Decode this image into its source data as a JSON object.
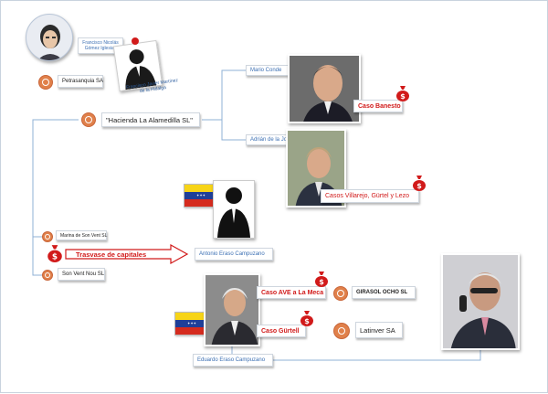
{
  "labels": {
    "gomez_iglesias": "Francisco Nicolás Gómez Iglesias",
    "petrasanquia": "Petrasanquia SA",
    "martinez_hidalga": "Francisco Javier Martínez de la Hidalga",
    "hacienda": "\"Hacienda La Alamedilla SL\"",
    "mario_conde": "Mario Conde",
    "caso_banesto": "Caso Banesto",
    "adrian_joya": "Adrián de la Joya.",
    "casos_villarejo": "Casos Villarejo, Gürtel y Lezo",
    "marina_son_vent": "Marina de Son Vent SL",
    "trasvase": "Trasvase de capitales",
    "antonio_eraso": "Antonio Eraso Campuzano",
    "son_vent_nou": "Son Vent Nou SL",
    "caso_ave": "Caso AVE a La Meca",
    "girasol": "GIRASOL OCHO SL",
    "caso_gurtel": "Caso Gürtell",
    "latinver": "Latinver SA",
    "eduardo_eraso": "Eduardo Eraso Campuzano"
  },
  "colors": {
    "accent_red": "#d11a1a",
    "link_blue": "#3b6fb3",
    "company_orange": "#e0804a",
    "connector_blue": "#8fb0d6"
  },
  "icons": [
    "company-icon",
    "money-bag-icon",
    "silhouette-icon",
    "venezuela-flag-icon",
    "red-arrow-icon"
  ]
}
